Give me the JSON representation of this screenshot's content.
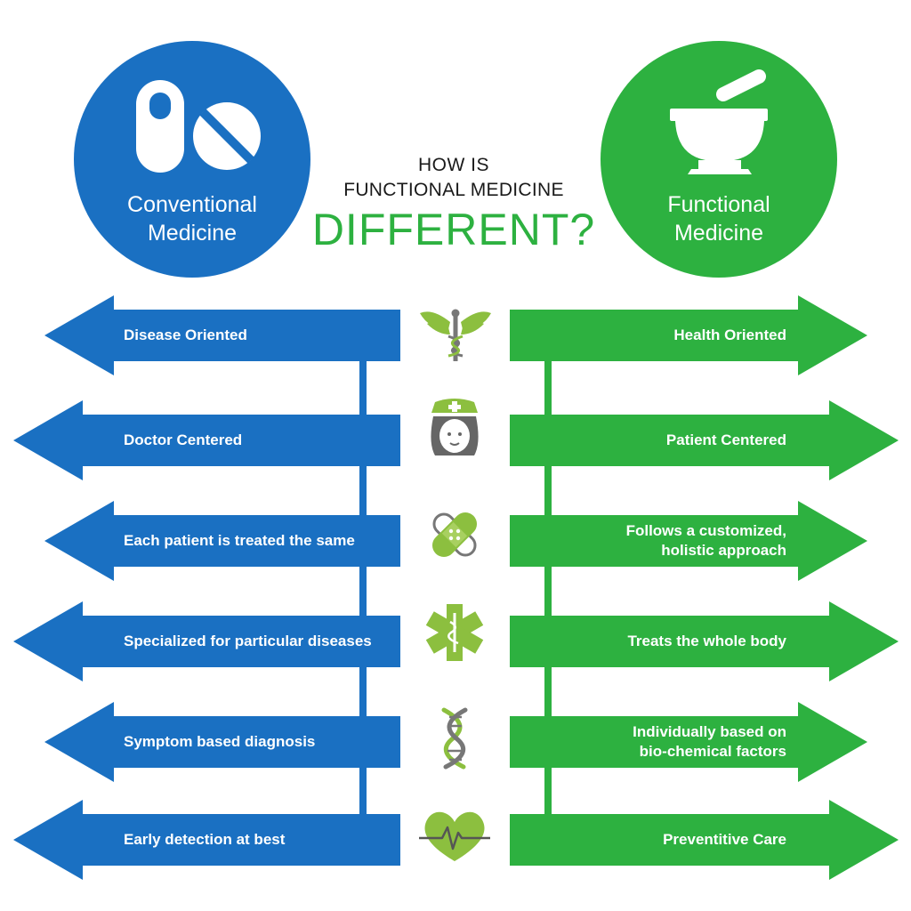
{
  "colors": {
    "blue": "#1a70c2",
    "green": "#2db140",
    "icon_green": "#8cbf3f",
    "icon_gray": "#777777"
  },
  "title": {
    "line1": "HOW IS",
    "line2": "FUNCTIONAL MEDICINE",
    "line3": "DIFFERENT?"
  },
  "conventional": {
    "line1": "Conventional",
    "line2": "Medicine",
    "icon": "pill-capsule-icon"
  },
  "functional": {
    "line1": "Functional",
    "line2": "Medicine",
    "icon": "mortar-pestle-icon"
  },
  "rows": [
    {
      "left": [
        "Disease Oriented"
      ],
      "right": [
        "Health Oriented"
      ],
      "icon": "caduceus-icon"
    },
    {
      "left": [
        "Doctor Centered"
      ],
      "right": [
        "Patient Centered"
      ],
      "icon": "nurse-icon"
    },
    {
      "left": [
        "Each patient is treated the same"
      ],
      "right": [
        "Follows a customized,",
        "holistic approach"
      ],
      "icon": "bandage-icon"
    },
    {
      "left": [
        "Specialized for particular diseases"
      ],
      "right": [
        "Treats the whole body"
      ],
      "icon": "star-of-life-icon"
    },
    {
      "left": [
        "Symptom based diagnosis"
      ],
      "right": [
        "Individually based on",
        "bio-chemical factors"
      ],
      "icon": "dna-icon"
    },
    {
      "left": [
        "Early detection at best"
      ],
      "right": [
        "Preventitive Care"
      ],
      "icon": "heart-pulse-icon"
    }
  ]
}
